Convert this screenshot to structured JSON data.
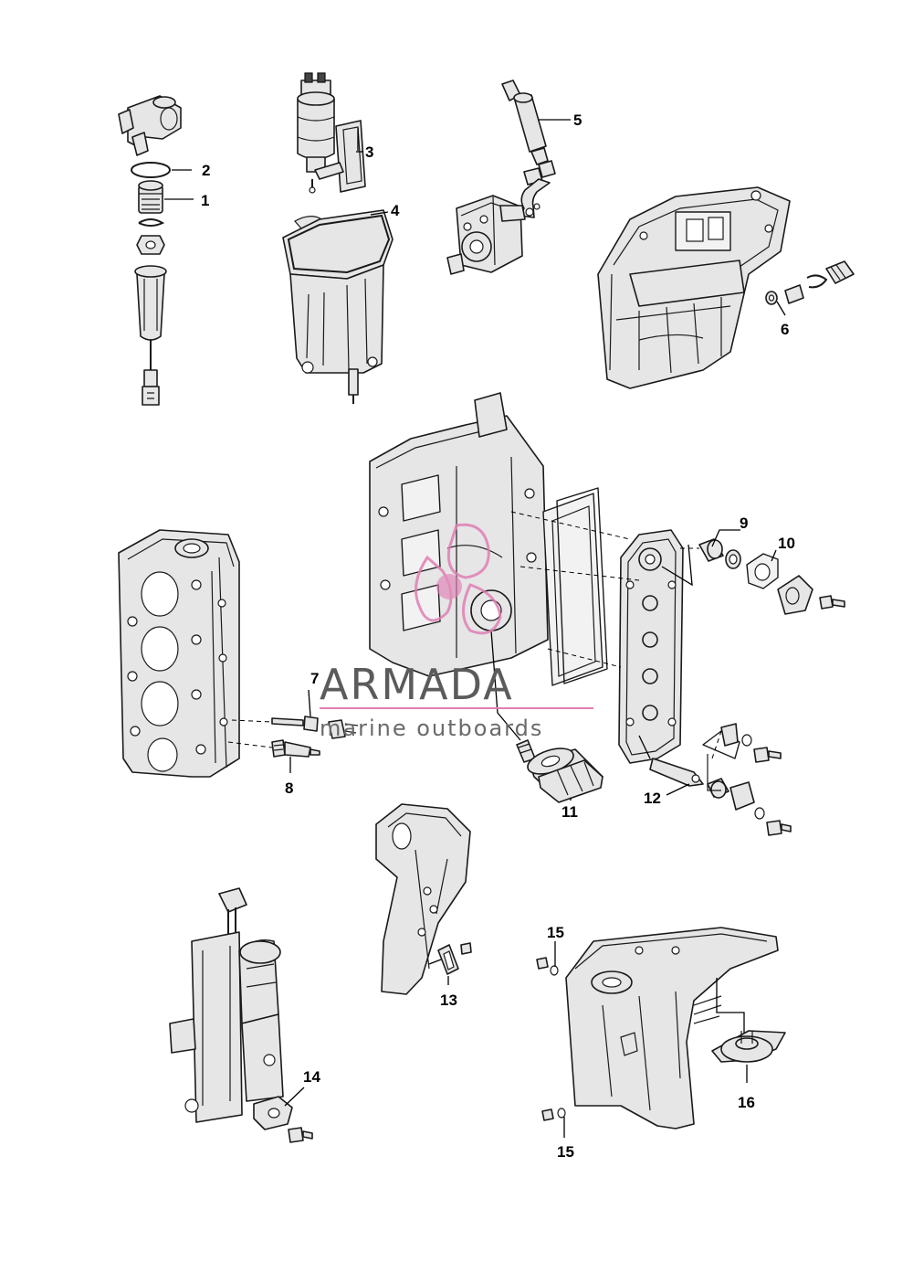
{
  "watermark": {
    "brand": "ARMADA",
    "tagline": "marine outboards",
    "accent_color": "#e07fb4",
    "text_color": "#5b5b5b"
  },
  "callouts": [
    {
      "id": "callout-1",
      "label": "1"
    },
    {
      "id": "callout-2",
      "label": "2"
    },
    {
      "id": "callout-3",
      "label": "3"
    },
    {
      "id": "callout-4",
      "label": "4"
    },
    {
      "id": "callout-5",
      "label": "5"
    },
    {
      "id": "callout-6",
      "label": "6"
    },
    {
      "id": "callout-7",
      "label": "7"
    },
    {
      "id": "callout-8",
      "label": "8"
    },
    {
      "id": "callout-9",
      "label": "9"
    },
    {
      "id": "callout-10",
      "label": "10"
    },
    {
      "id": "callout-11",
      "label": "11"
    },
    {
      "id": "callout-12",
      "label": "12"
    },
    {
      "id": "callout-13",
      "label": "13"
    },
    {
      "id": "callout-14",
      "label": "14"
    },
    {
      "id": "callout-15a",
      "label": "15"
    },
    {
      "id": "callout-15b",
      "label": "15"
    },
    {
      "id": "callout-16",
      "label": "16"
    }
  ]
}
